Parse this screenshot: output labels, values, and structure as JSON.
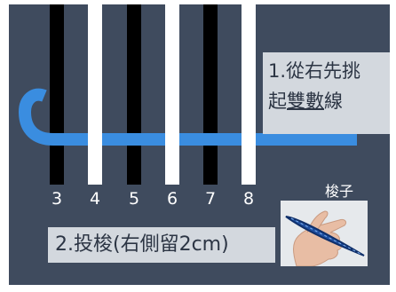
{
  "instruction_step1": {
    "prefix": "1.從右先挑",
    "line2_start": "起",
    "line2_underlined": "雙數",
    "line2_end": "線"
  },
  "instruction_step2": "2.投梭(右側留2cm)",
  "shuttle_label": "梭子",
  "strings": [
    {
      "number": "3",
      "color": "black"
    },
    {
      "number": "4",
      "color": "white"
    },
    {
      "number": "5",
      "color": "black"
    },
    {
      "number": "6",
      "color": "white"
    },
    {
      "number": "7",
      "color": "black"
    },
    {
      "number": "8",
      "color": "white"
    }
  ],
  "colors": {
    "background": "#3f4b5e",
    "weft_thread": "#3a8de0",
    "label_box": "#d3d8de",
    "label_text": "#2c3544"
  }
}
